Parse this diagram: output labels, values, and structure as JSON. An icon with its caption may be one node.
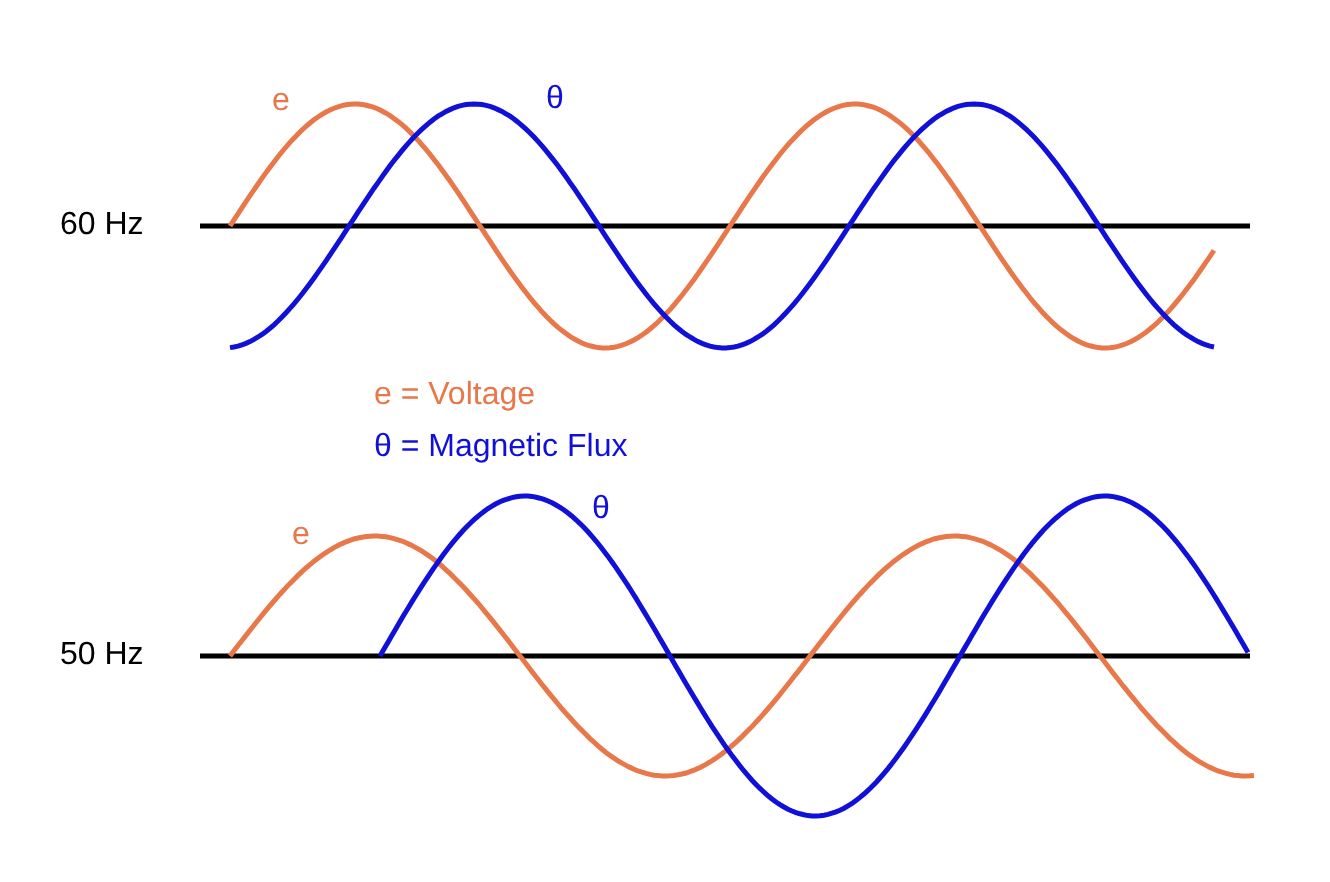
{
  "diagram": {
    "labels": [
      "e",
      "θ",
      "60 Hz",
      "e = Voltage",
      "θ = Magnetic Flux",
      "e",
      "θ",
      "50 Hz"
    ]
  }
}
